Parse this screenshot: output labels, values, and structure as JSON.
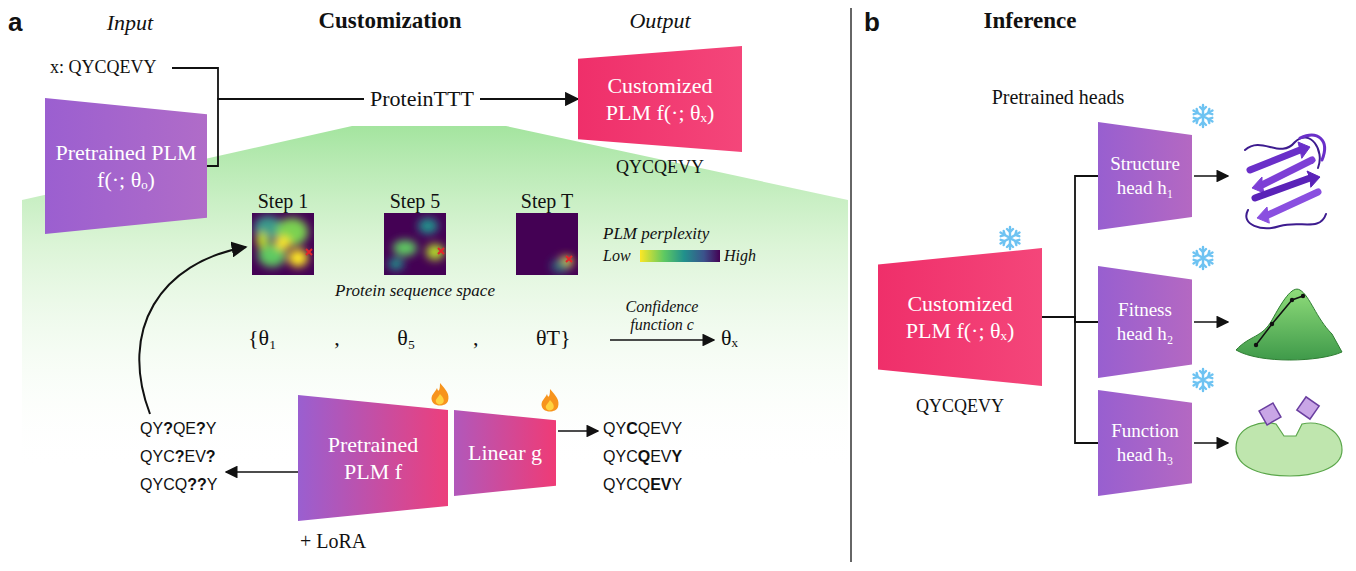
{
  "diagram": {
    "nodes": [
      {
        "text": [
          "Pretrained PLM f(·; θₒ)"
        ]
      },
      {
        "text": [
          "Customized PLM f(·; θₓ)"
        ]
      },
      {
        "text": [
          "Pretrained PLM f"
        ]
      },
      {
        "text": [
          "Linear g"
        ]
      },
      {
        "text": [
          "Customized PLM f(·; θₓ)"
        ]
      },
      {
        "text": [
          "Structure head h₁"
        ]
      },
      {
        "text": [
          "Fitness head h₂"
        ]
      },
      {
        "text": [
          "Function head h₃"
        ]
      }
    ],
    "edges": [
      {
        "from": 0,
        "to": 1,
        "arrow": "to",
        "label": "ProteinTTT"
      },
      {
        "from": 4,
        "to": 5,
        "arrow": "none"
      },
      {
        "from": 4,
        "to": 6,
        "arrow": "none"
      },
      {
        "from": 4,
        "to": 7,
        "arrow": "none"
      }
    ],
    "labels": [
      "a",
      "Customization",
      "Input",
      "x: QYCQEVY",
      "Output",
      "QYCQEVY",
      "Step 1",
      "Step 5",
      "Step T",
      "PLM perplexity",
      "Low",
      "High",
      "Protein sequence space",
      "{θ₁ , θ₅ , θT}",
      "Confidence function c",
      "θₓ",
      "QY?QE?Y",
      "QYC?EV?",
      "QYCQ??Y",
      "QYCQEVY",
      "QYCQEVY",
      "QYCQEVY",
      "+ LoRA",
      "b",
      "Inference",
      "Pretrained heads",
      "QYCQEVY"
    ]
  }
}
